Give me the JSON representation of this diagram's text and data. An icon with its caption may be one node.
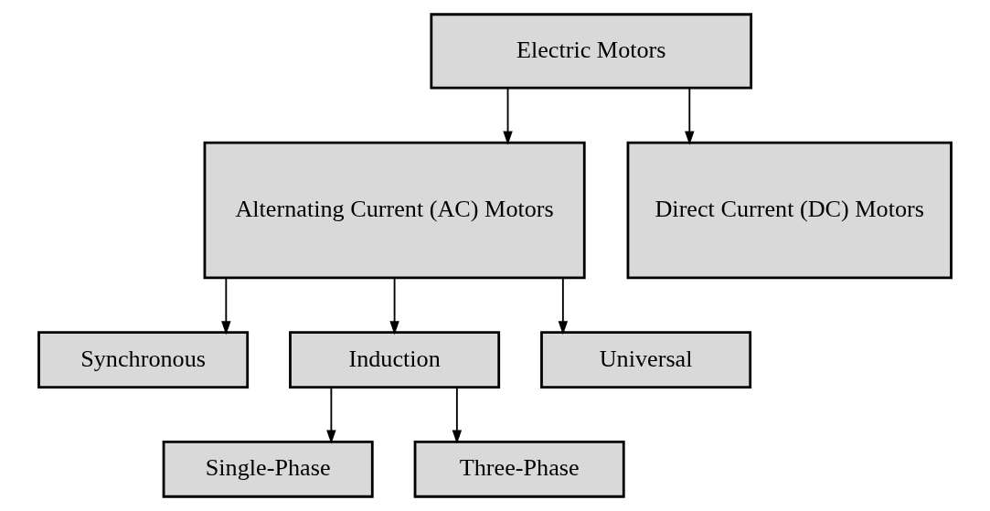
{
  "diagram": {
    "nodes": [
      {
        "text": [
          "Electric Motors"
        ]
      },
      {
        "text": [
          "Alternating Current (AC) Motors"
        ]
      },
      {
        "text": [
          "Direct Current (DC) Motors"
        ]
      },
      {
        "text": [
          "Synchronous"
        ]
      },
      {
        "text": [
          "Induction"
        ]
      },
      {
        "text": [
          "Universal"
        ]
      },
      {
        "text": [
          "Single-Phase"
        ]
      },
      {
        "text": [
          "Three-Phase"
        ]
      }
    ],
    "edges": [
      {
        "from": 0,
        "to": 1,
        "arrow": "to"
      },
      {
        "from": 0,
        "to": 2,
        "arrow": "to"
      },
      {
        "from": 1,
        "to": 3,
        "arrow": "to"
      },
      {
        "from": 1,
        "to": 4,
        "arrow": "to"
      },
      {
        "from": 1,
        "to": 5,
        "arrow": "to"
      },
      {
        "from": 4,
        "to": 6,
        "arrow": "to"
      },
      {
        "from": 4,
        "to": 7,
        "arrow": "to"
      }
    ]
  }
}
